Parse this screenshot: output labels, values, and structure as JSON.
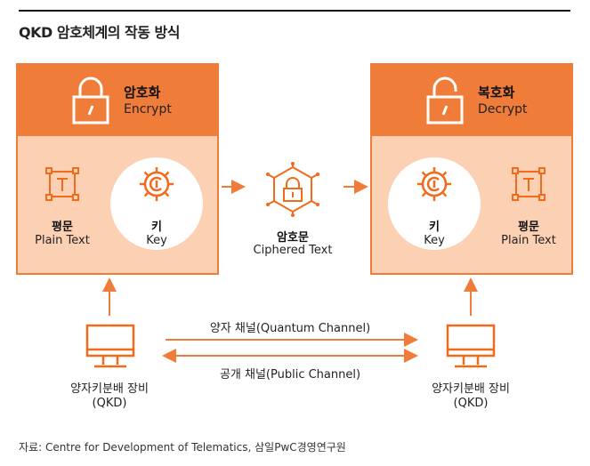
{
  "title": "QKD 암호체계의 작동 방식",
  "encrypt": {
    "title": "암호화",
    "subtitle": "Encrypt"
  },
  "decrypt": {
    "title": "복호화",
    "subtitle": "Decrypt"
  },
  "plaintext": {
    "ko": "평문",
    "en": "Plain Text"
  },
  "key": {
    "ko": "키",
    "en": "Key"
  },
  "ciphertext": {
    "ko": "암호문",
    "en": "Ciphered Text"
  },
  "quantum_channel": "양자 채널(Quantum Channel)",
  "public_channel": "공개 채널(Public Channel)",
  "device": {
    "ko": "양자키분배 장비",
    "en": "(QKD)"
  },
  "source": "자료: Centre for Development of Telematics, 삼일PwC경영연구원",
  "colors": {
    "accent": "#f07c39",
    "panel_fill": "#fcd0b2",
    "icon": "#f26b1d"
  },
  "icons": [
    "lock-closed-icon",
    "lock-open-icon",
    "document-icon",
    "gear-key-icon",
    "network-lock-icon",
    "monitor-icon",
    "arrow-icon"
  ]
}
